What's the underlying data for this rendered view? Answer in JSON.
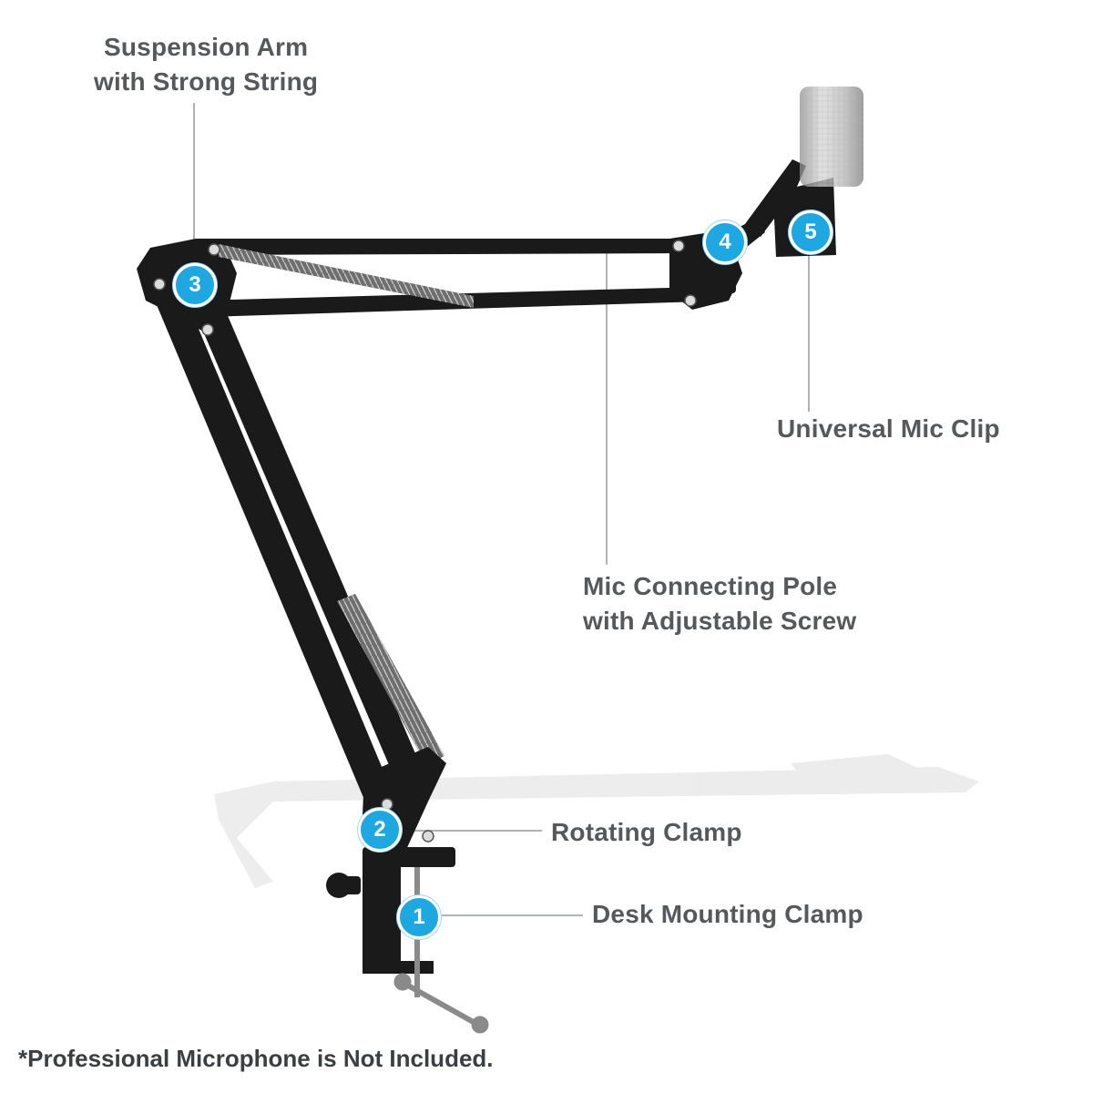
{
  "callouts": [
    {
      "number": "1",
      "lines": [
        "Desk Mounting Clamp"
      ]
    },
    {
      "number": "2",
      "lines": [
        "Rotating Clamp"
      ]
    },
    {
      "number": "3",
      "lines": [
        "Suspension Arm",
        "with Strong String"
      ]
    },
    {
      "number": "4",
      "lines": [
        "Mic Connecting Pole",
        "with Adjustable Screw"
      ]
    },
    {
      "number": "5",
      "lines": [
        "Universal Mic Clip"
      ]
    }
  ],
  "footnote": "*Professional Microphone is Not Included.",
  "colors": {
    "badge": "#1ea7e1",
    "label_text": "#55595c",
    "arm": "#1a1a1a",
    "leader_line": "#b0b3b6"
  }
}
